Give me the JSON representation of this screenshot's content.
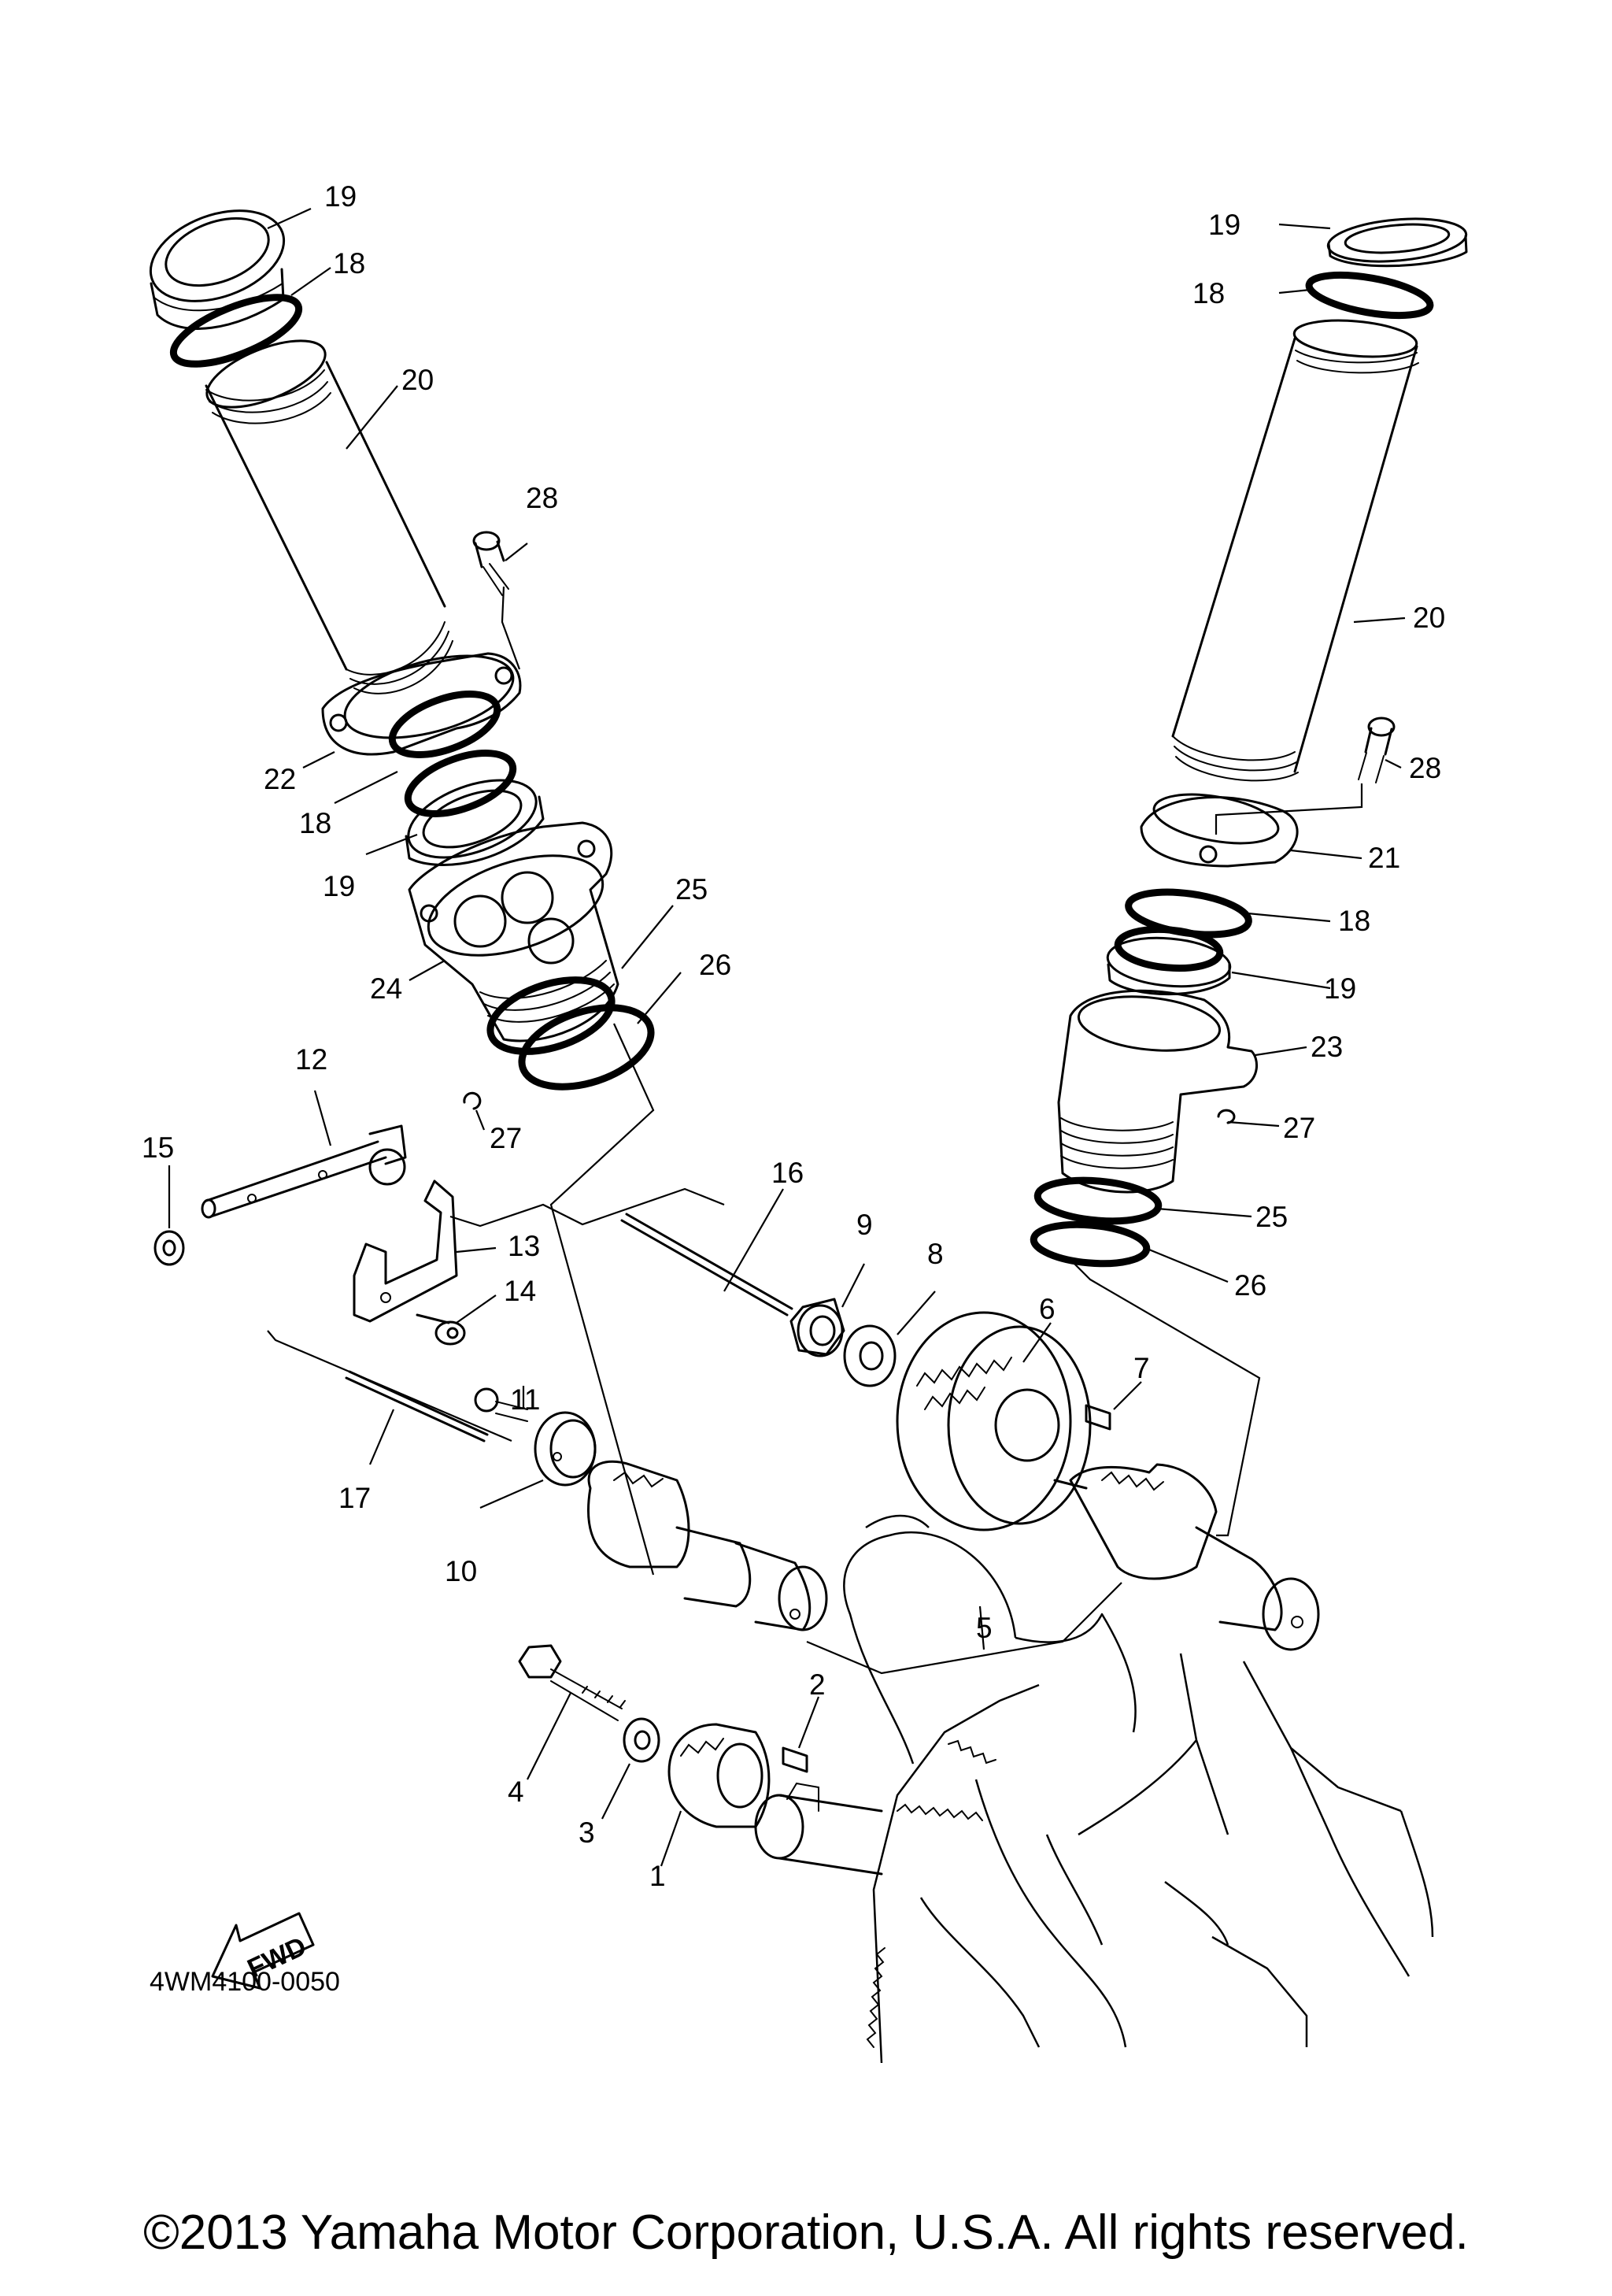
{
  "diagram": {
    "code": "4WM4100-0050",
    "copyright": "©2013 Yamaha Motor Corporation, U.S.A. All rights reserved.",
    "direction_badge": "FWD",
    "callouts": {
      "c1": "1",
      "c2": "2",
      "c3": "3",
      "c4": "4",
      "c5": "5",
      "c6": "6",
      "c7": "7",
      "c8": "8",
      "c9": "9",
      "c10": "10",
      "c11": "11",
      "c12": "12",
      "c13": "13",
      "c14": "14",
      "c15": "15",
      "c16": "16",
      "c17": "17",
      "c18a": "18",
      "c18b": "18",
      "c18c": "18",
      "c18d": "18",
      "c19a": "19",
      "c19b": "19",
      "c19c": "19",
      "c19d": "19",
      "c20a": "20",
      "c20b": "20",
      "c21": "21",
      "c22": "22",
      "c23": "23",
      "c24": "24",
      "c25a": "25",
      "c25b": "25",
      "c26a": "26",
      "c26b": "26",
      "c27a": "27",
      "c27b": "27",
      "c28a": "28",
      "c28b": "28"
    }
  }
}
